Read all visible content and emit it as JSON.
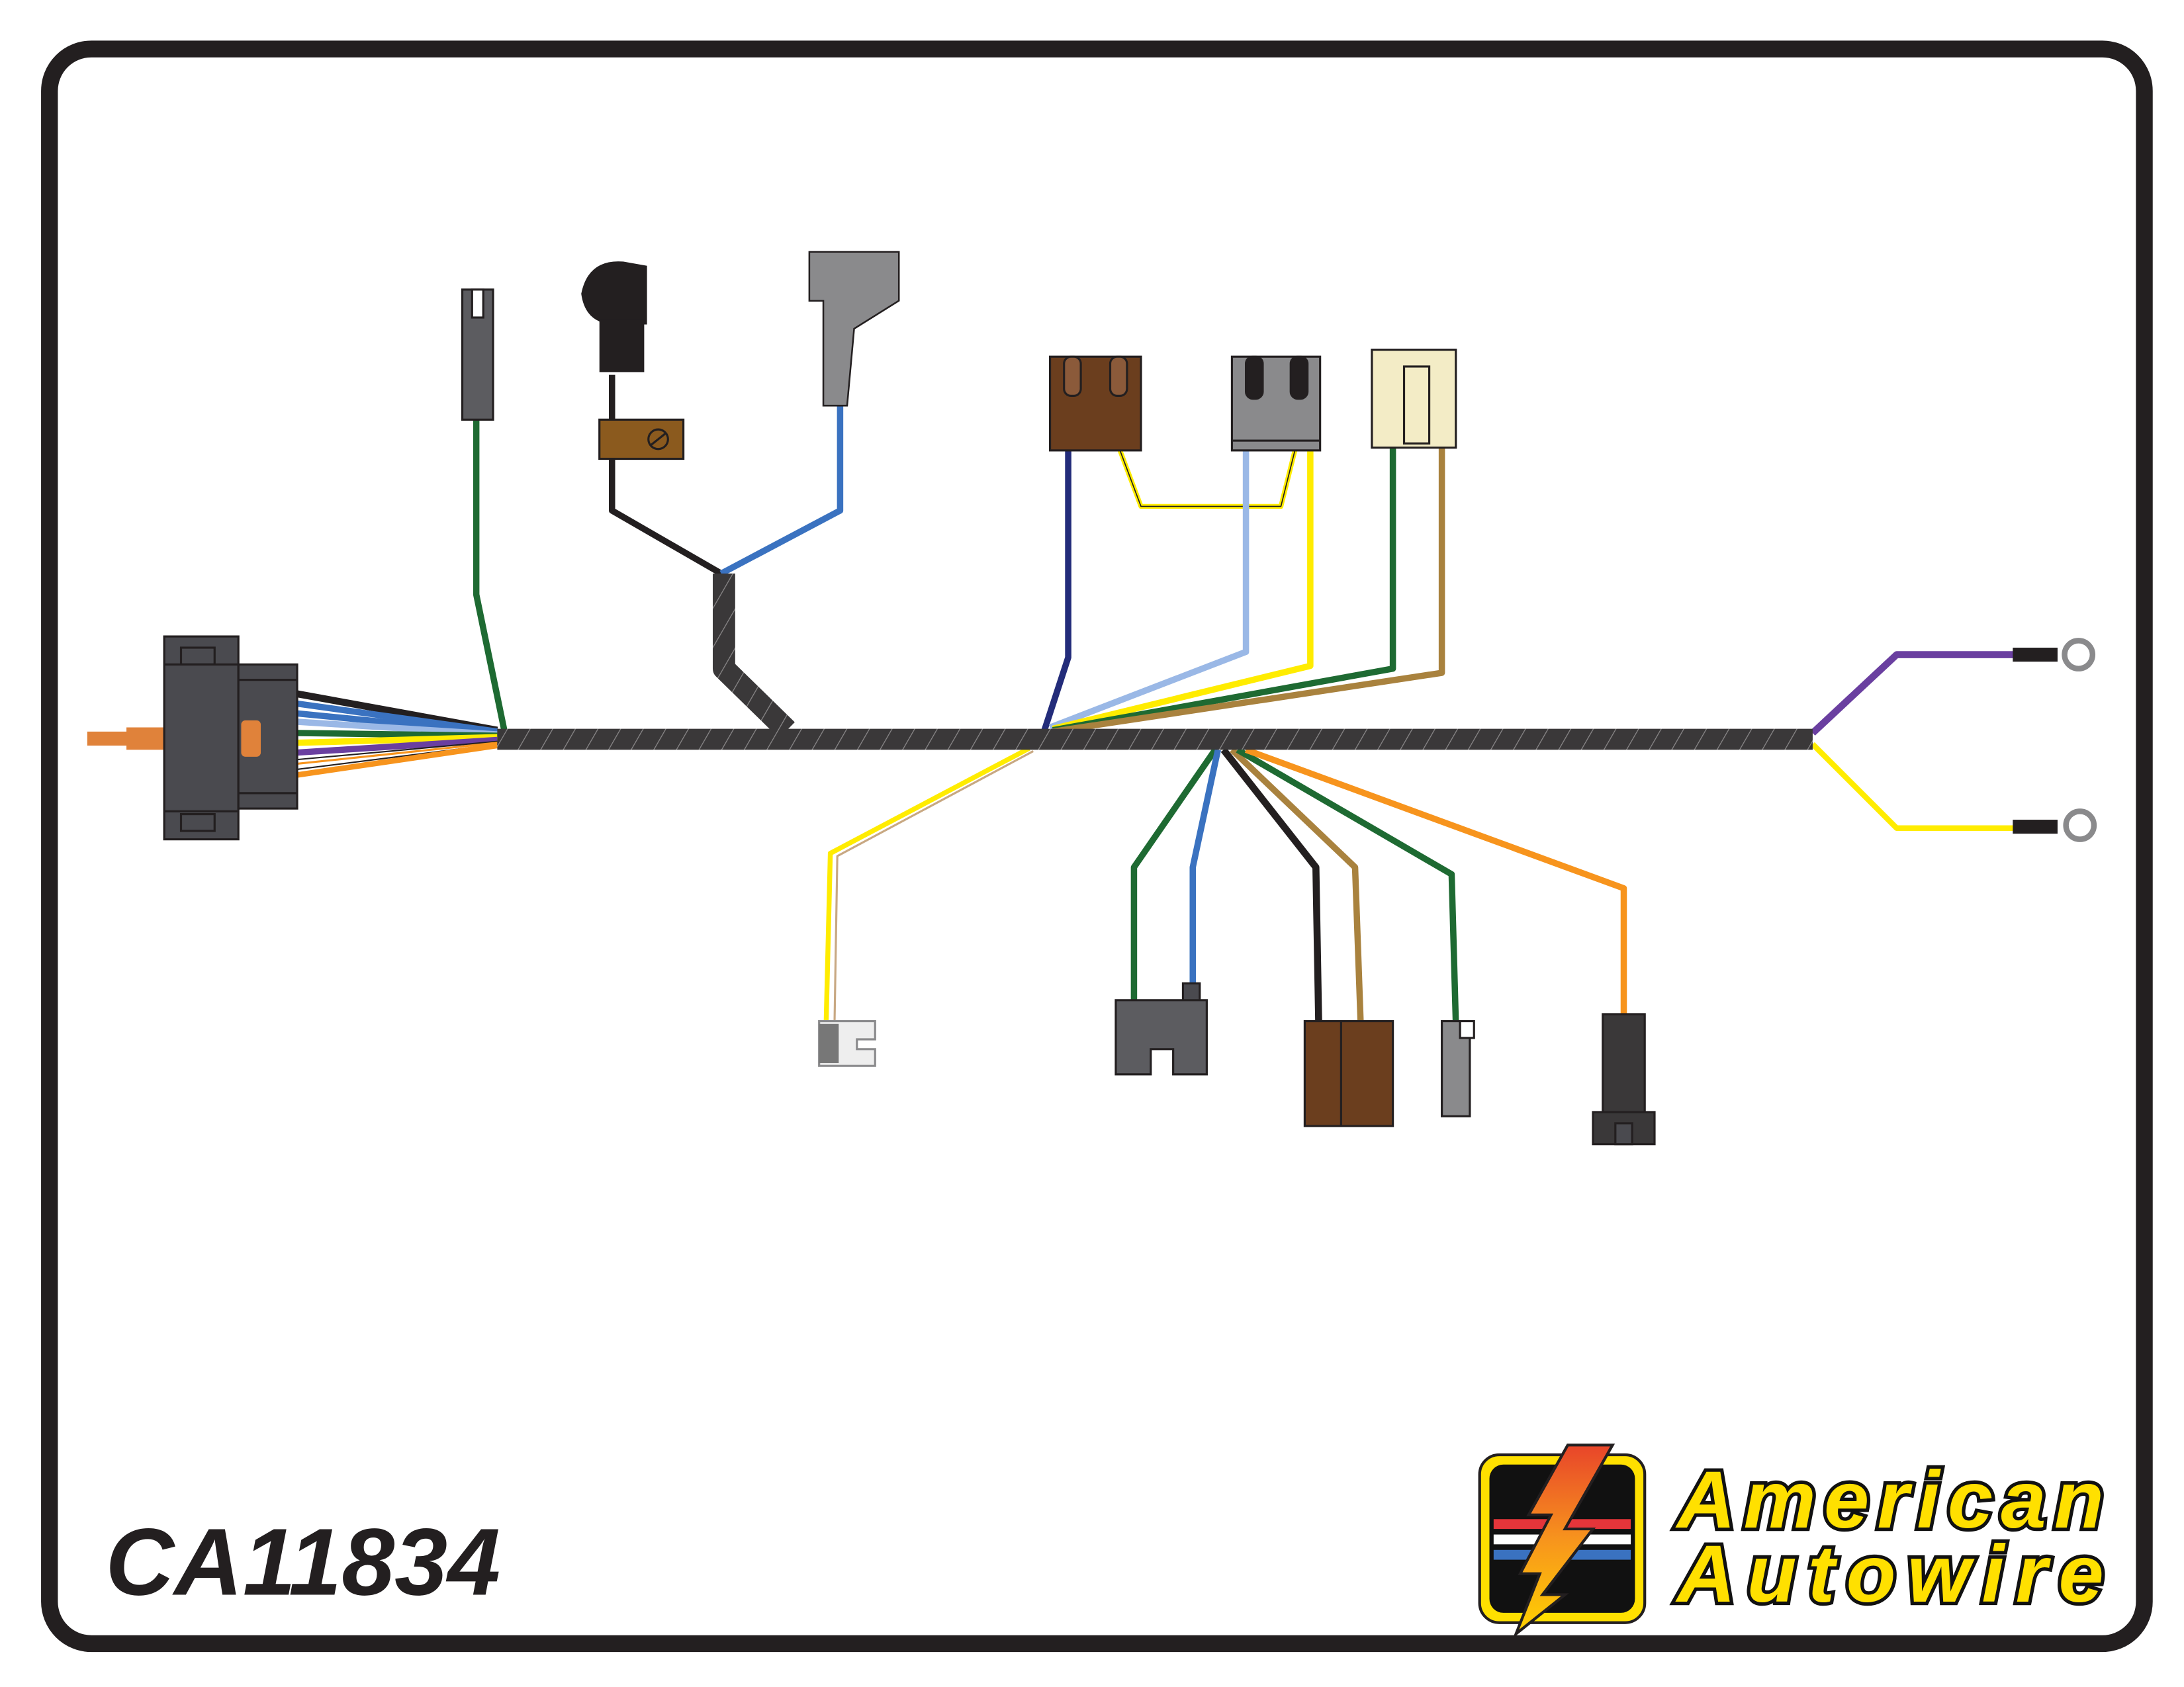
{
  "part_number": "CA11834",
  "brand": {
    "line1": "American",
    "line2": "Autowire"
  },
  "colors": {
    "border": "#231f20",
    "loom": "#3a3839",
    "connector_dark": "#4a4a4f",
    "connector_brown": "#6b3e1e",
    "connector_gray": "#8a8a8c",
    "connector_cream": "#f3ecc6",
    "wire_green": "#1e6a32",
    "wire_blue": "#3a72c0",
    "wire_light_blue": "#9ab8e6",
    "wire_navy": "#232c7a",
    "wire_yellow": "#ffec00",
    "wire_tan": "#a9823e",
    "wire_orange": "#f7941d",
    "wire_purple": "#6a3fa0",
    "wire_black": "#231f20",
    "logo_yellow": "#ffe000"
  }
}
